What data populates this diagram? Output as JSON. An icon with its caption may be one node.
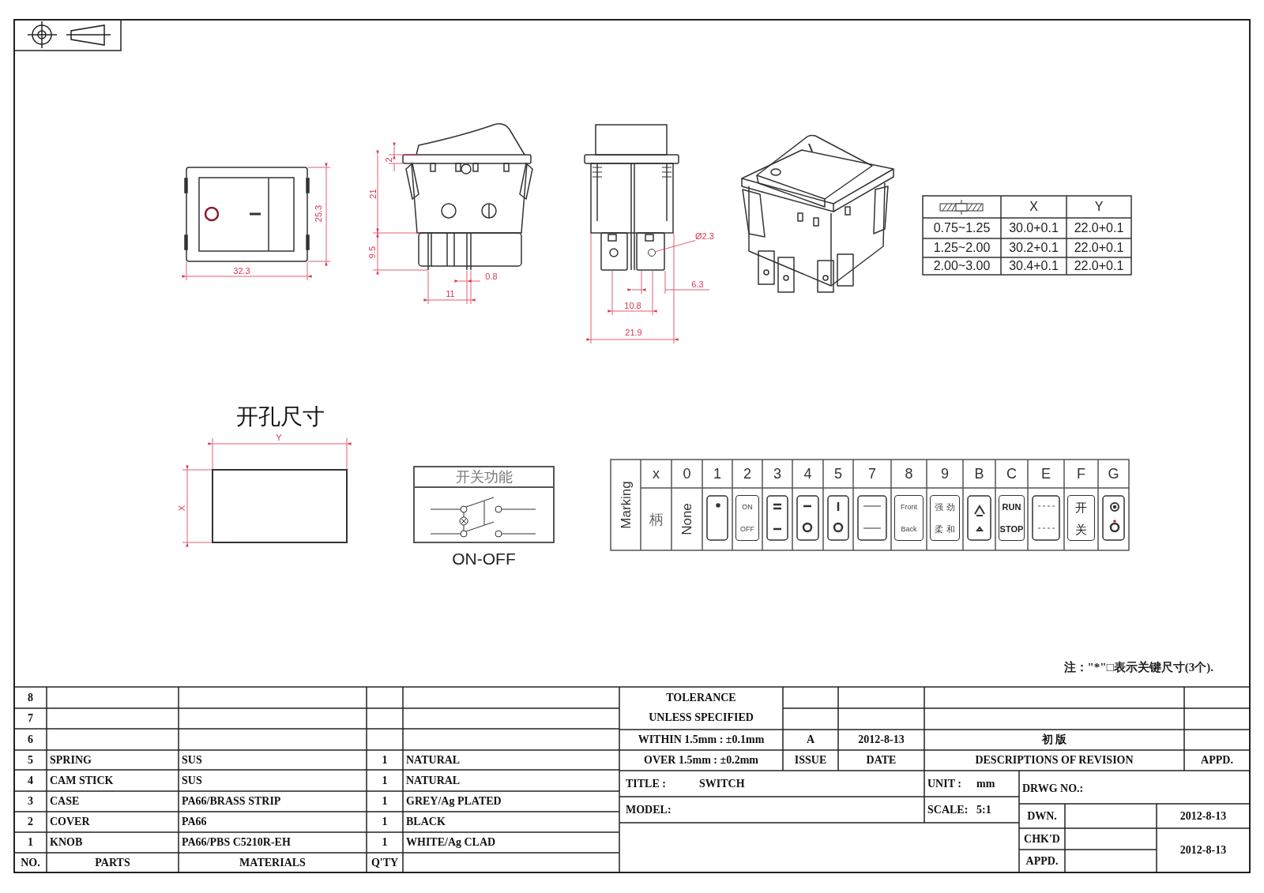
{
  "diagram": {
    "nodes": [
      {
        "text": [
          "开关功能"
        ]
      },
      {
        "text": [
          "Ø2.3"
        ]
      },
      {
        "text": [],
        "shape": "circle"
      }
    ],
    "edges": [
      {
        "from": 1,
        "to": 2,
        "arrow": "none"
      }
    ],
    "labels": [
      "25.3",
      "32.3",
      "2",
      "21",
      "9.5",
      "0.8",
      "11",
      "6.3",
      "10.8",
      "21.9",
      "X",
      "Y",
      "0.75~1.25",
      "30.0+0.1",
      "22.0+0.1",
      "1.25~2.00",
      "30.2+0.1",
      "22.0+0.1",
      "2.00~3.00",
      "30.4+0.1",
      "22.0+0.1",
      "开孔尺寸",
      "Y",
      "X",
      "Marking",
      "x",
      "0",
      "1",
      "2",
      "3",
      "4",
      "5",
      "7",
      "8",
      "9",
      "B",
      "C",
      "E",
      "F",
      "G",
      "柄",
      "None",
      "ON",
      "OFF",
      "Front",
      "Back",
      "强 劲",
      "柔 和",
      "RUN",
      "STOP",
      "开",
      "关",
      "注：\"*\"□表示关键尺寸(3个).",
      "8",
      "7",
      "6",
      "5",
      "SPRING",
      "SUS",
      "1",
      "NATURAL",
      "4",
      "CAM STICK",
      "SUS",
      "1",
      "NATURAL",
      "3",
      "CASE",
      "PA66/BRASS STRIP",
      "1",
      "GREY/Ag PLATED",
      "2",
      "COVER",
      "PA66",
      "1",
      "BLACK",
      "1",
      "KNOB",
      "PA66/PBS C5210R-EH",
      "1",
      "WHITE/Ag CLAD",
      "NO.",
      "PARTS",
      "MATERIALS",
      "Q'TY",
      "TOLERANCE",
      "UNLESS SPECIFIED",
      "WITHIN 1.5mm : ±0.1mm",
      "OVER 1.5mm : ±0.2mm",
      "A",
      "2012-8-13",
      "初 版",
      "ISSUE",
      "DATE",
      "DESCRIPTIONS OF REVISION",
      "APPD.",
      "TITLE :",
      "SWITCH",
      "UNIT :",
      "mm",
      "DRWG NO.:",
      "MODEL:",
      "SCALE:",
      "5:1",
      "DWN.",
      "2012-8-13",
      "CHK'D",
      "2012-8-13",
      "APPD.",
      "ON-OFF"
    ]
  }
}
